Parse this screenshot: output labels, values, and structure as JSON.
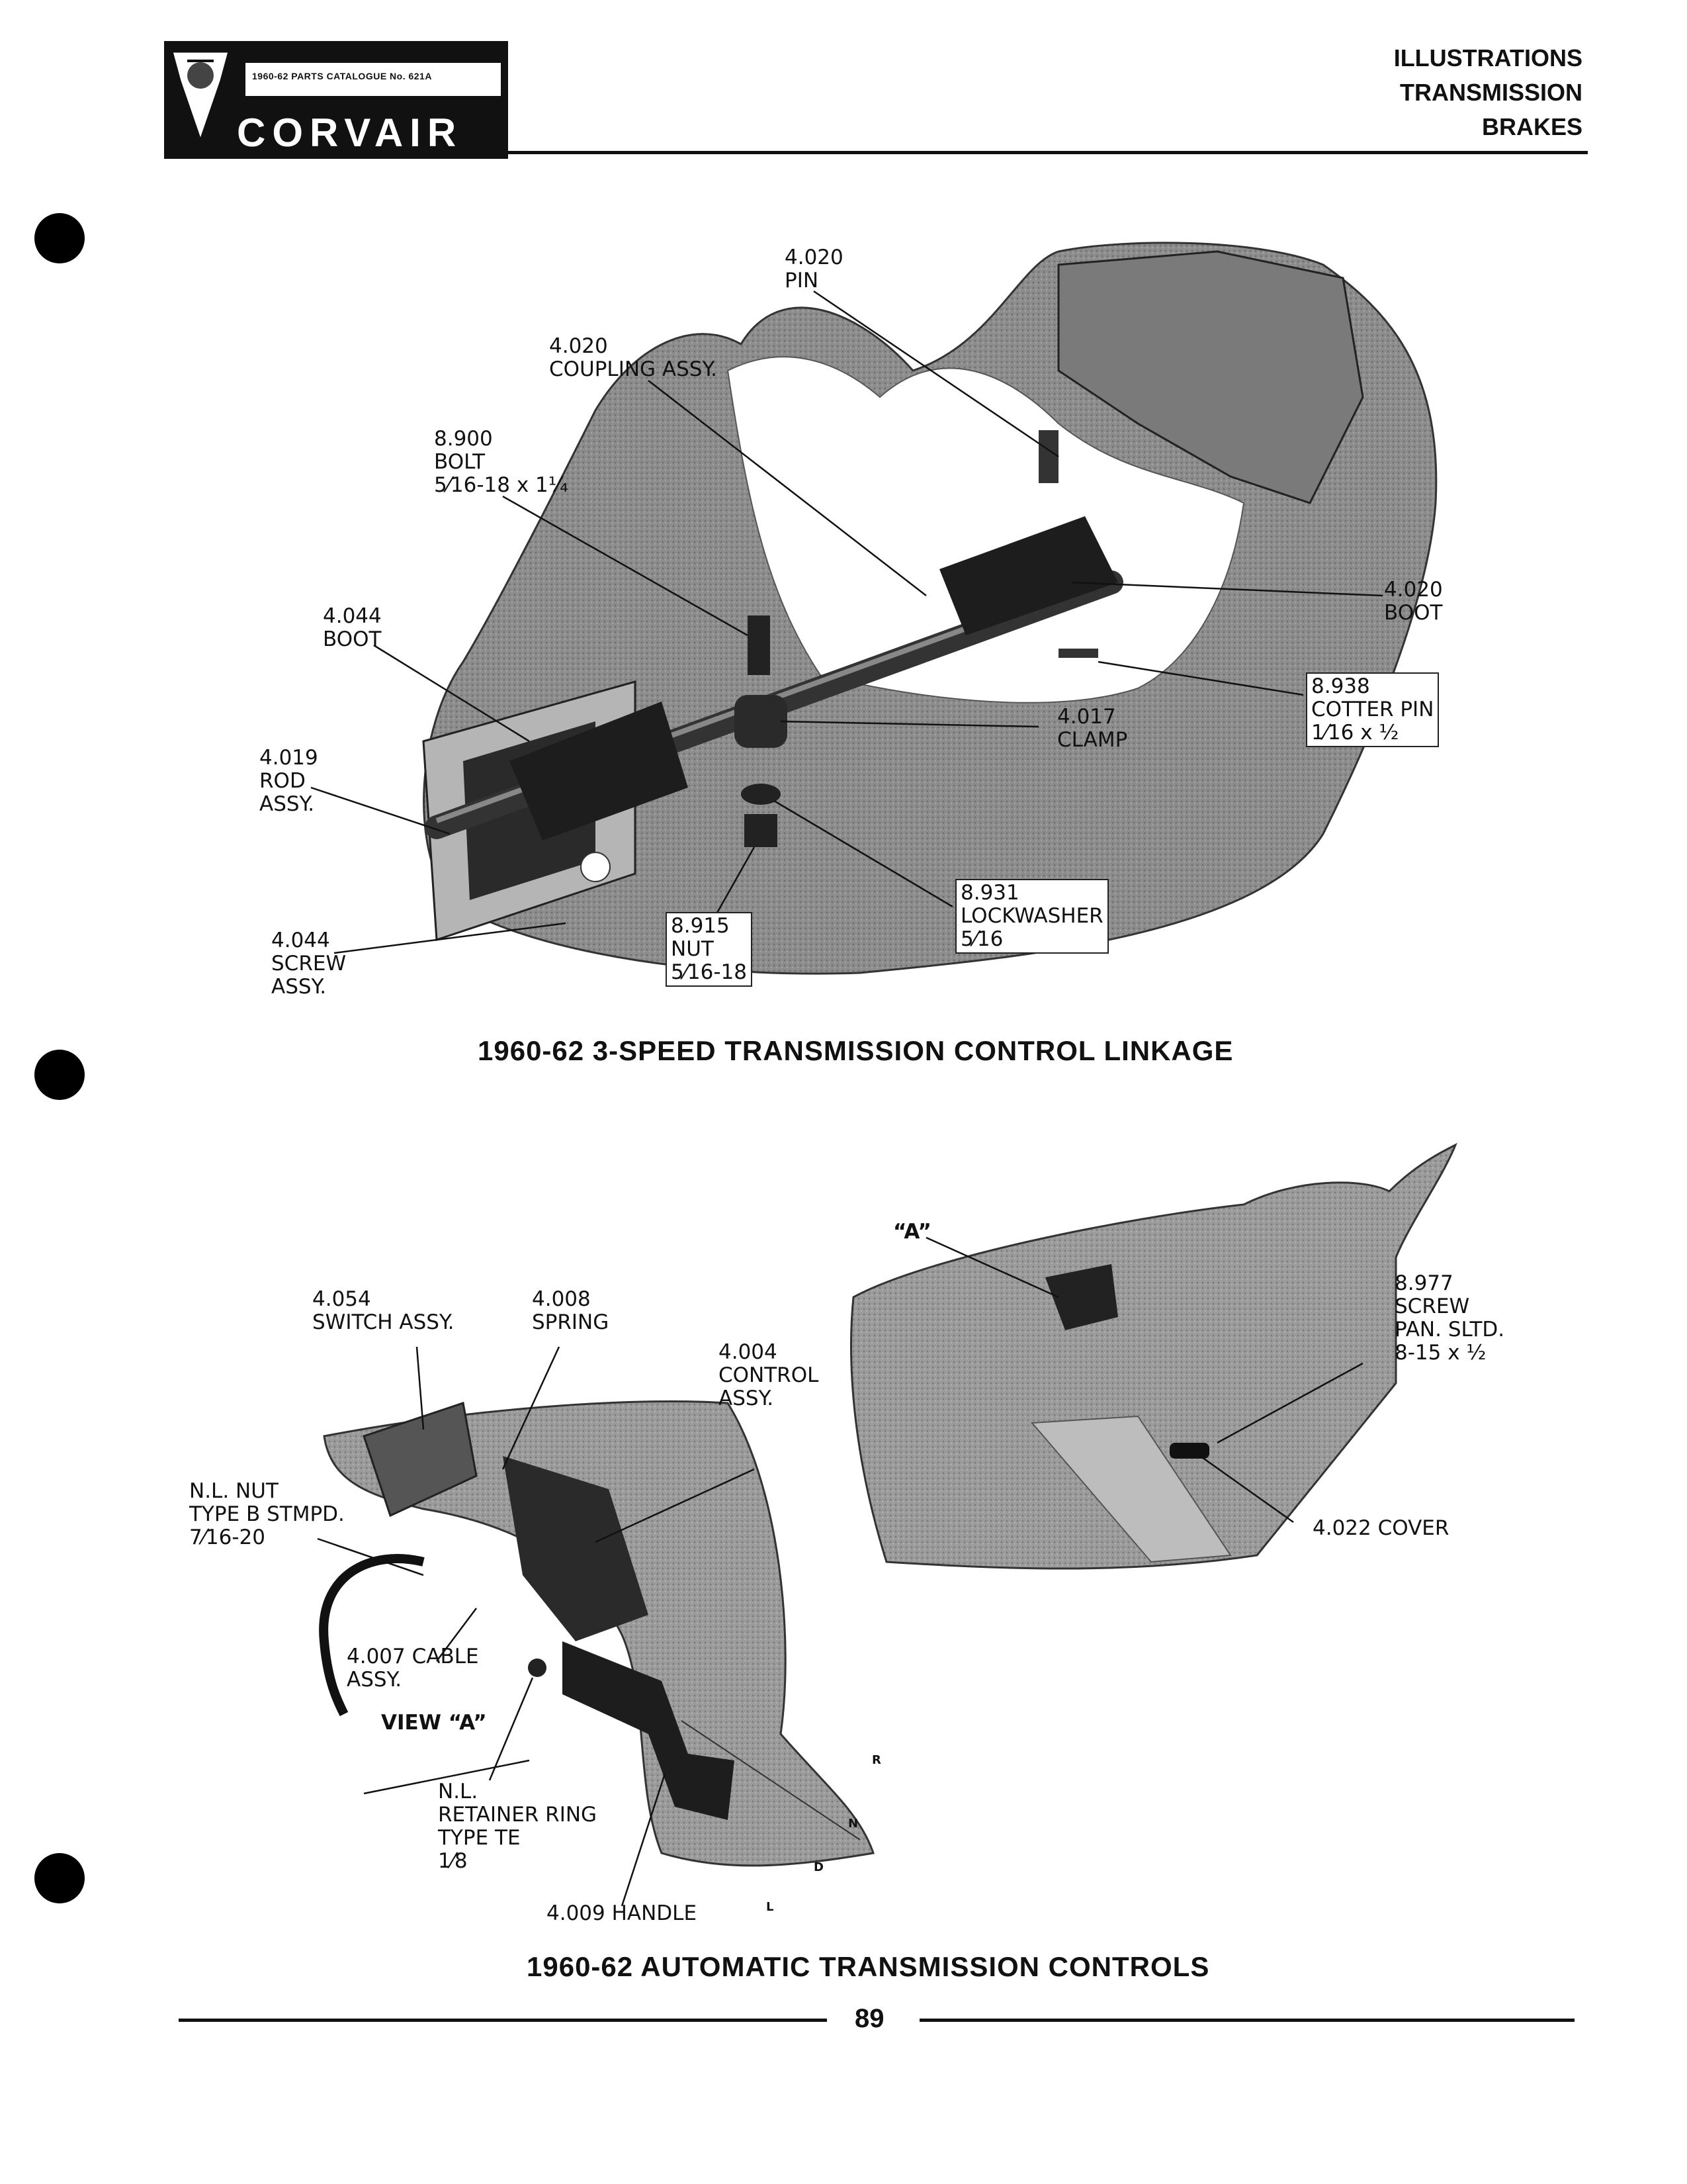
{
  "header": {
    "catalogue": "1960-62 PARTS CATALOGUE No. 621A",
    "brand": "CORVAIR",
    "sections": [
      "ILLUSTRATIONS",
      "TRANSMISSION",
      "BRAKES"
    ]
  },
  "figure1": {
    "caption": "1960-62 3-SPEED TRANSMISSION CONTROL LINKAGE",
    "callouts": {
      "pin": [
        "4.020",
        "PIN"
      ],
      "coupling": [
        "4.020",
        "COUPLING ASSY."
      ],
      "bolt": [
        "8.900",
        "BOLT",
        "5⁄16-18 x 1¼"
      ],
      "boot_right": [
        "4.020",
        "BOOT"
      ],
      "boot_left": [
        "4.044",
        "BOOT"
      ],
      "cotter": [
        "8.938",
        "COTTER PIN",
        "1⁄16 x ½"
      ],
      "clamp": [
        "4.017",
        "CLAMP"
      ],
      "rod": [
        "4.019",
        "ROD",
        "ASSY."
      ],
      "lockwasher": [
        "8.931",
        "LOCKWASHER",
        "5⁄16"
      ],
      "nut": [
        "8.915",
        "NUT",
        "5⁄16-18"
      ],
      "screw": [
        "4.044",
        "SCREW",
        "ASSY."
      ]
    }
  },
  "figure2": {
    "caption": "1960-62 AUTOMATIC TRANSMISSION CONTROLS",
    "view_label": "VIEW “A”",
    "view_marker": "“A”",
    "gears": [
      "R",
      "N",
      "D",
      "L"
    ],
    "callouts": {
      "switch": [
        "4.054",
        "SWITCH ASSY."
      ],
      "spring": [
        "4.008",
        "SPRING"
      ],
      "control": [
        "4.004",
        "CONTROL",
        "ASSY."
      ],
      "nl_nut": [
        "N.L. NUT",
        "TYPE B STMPD.",
        "7⁄16-20"
      ],
      "cable": [
        "4.007 CABLE",
        "ASSY."
      ],
      "retainer": [
        "N.L.",
        "RETAINER RING",
        "TYPE TE",
        "1⁄8"
      ],
      "handle": [
        "4.009 HANDLE"
      ],
      "screw": [
        "8.977",
        "SCREW",
        "PAN. SLTD.",
        "8-15 x ½"
      ],
      "cover": [
        "4.022 COVER"
      ]
    }
  },
  "page_number": "89"
}
